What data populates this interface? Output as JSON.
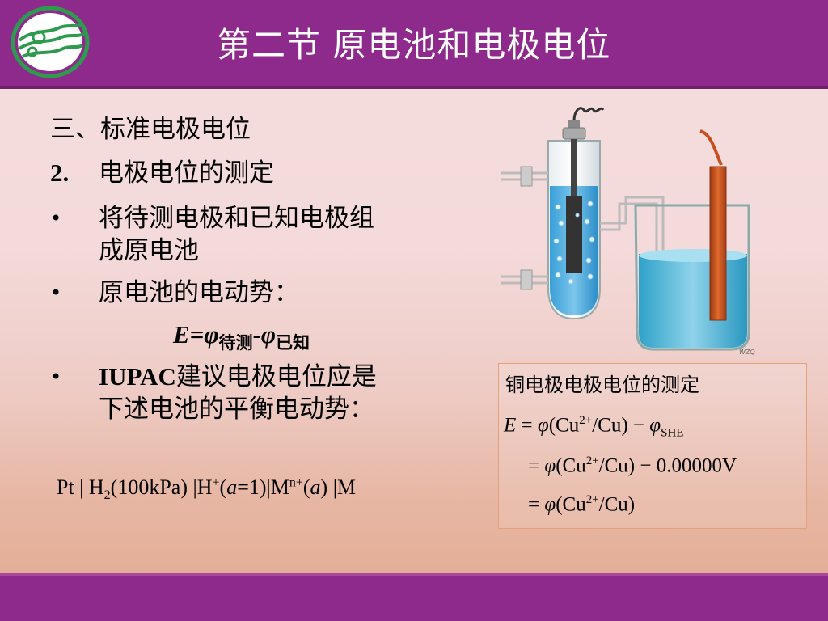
{
  "header": {
    "title": "第二节 原电池和电极电位"
  },
  "content": {
    "heading": "三、标准电极电位",
    "item2_num": "2.",
    "item2_text": "电极电位的测定",
    "bullet_symbol": "•",
    "bullet1_line1": "将待测电极和已知电极组",
    "bullet1_line2": "成原电池",
    "bullet2": "原电池的电动势：",
    "formula": {
      "E": "E",
      "eq": "=",
      "phi": "φ",
      "sub1": "待测",
      "minus": "-",
      "sub2": "已知"
    },
    "bullet3_bold": "IUPAC",
    "bullet3_line1": "建议电极电位应是",
    "bullet3_line2": "下述电池的平衡电动势："
  },
  "cell_notation": {
    "p1": "Pt | H",
    "s1": "2",
    "p2": "(100kPa) |H",
    "s2": "+",
    "p3": "(",
    "a1": "a",
    "p4": "=1)|M",
    "s3": "n+",
    "p5": "(",
    "a2": "a",
    "p6": ") |M"
  },
  "figure": {
    "caption": "铜电极电极电位的测定",
    "watermark": "WZQ",
    "eq1": {
      "lhs": "E",
      "rel": " = ",
      "phi": "φ",
      "open": "(Cu",
      "sup": "2+",
      "close": "/Cu)",
      "minus": " − ",
      "phi2": "φ",
      "sub": "SHE"
    },
    "eq2": {
      "rel": "= ",
      "phi": "φ",
      "open": "(Cu",
      "sup": "2+",
      "close": "/Cu)",
      "tail": " − 0.00000V"
    },
    "eq3": {
      "rel": "= ",
      "phi": "φ",
      "open": "(Cu",
      "sup": "2+",
      "close": "/Cu)"
    }
  },
  "colors": {
    "header_bg": "#8e2a8c",
    "logo_green": "#2e9a4e",
    "electrolyte_blue": "#3aa7da",
    "copper": "#c8501e",
    "box_border": "#e6a078"
  }
}
